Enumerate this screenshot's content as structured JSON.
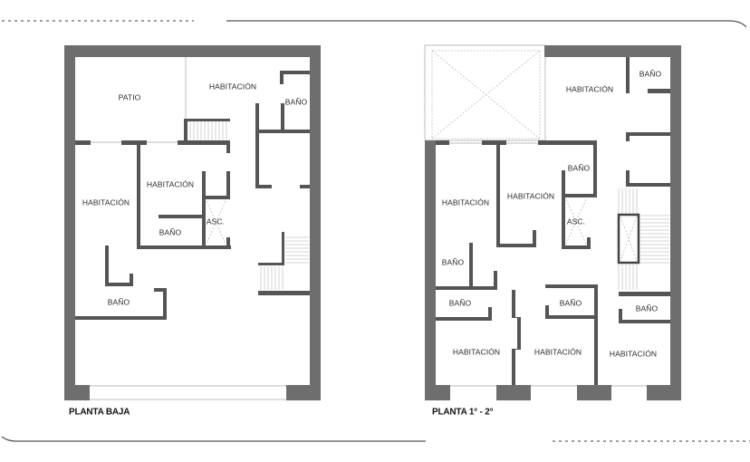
{
  "plans": {
    "ground_floor": {
      "title": "PLANTA BAJA",
      "rooms": {
        "patio": "PATIO",
        "habitacion_top": "HABITACIÓN",
        "bano_top_right": "BAÑO",
        "habitacion_center": "HABITACIÓN",
        "habitacion_left": "HABITACIÓN",
        "bano_center": "BAÑO",
        "asc": "ASC.",
        "bano_left": "BAÑO"
      }
    },
    "upper_floors": {
      "title": "PLANTA 1° - 2°",
      "rooms": {
        "habitacion_top_right": "HABITACIÓN",
        "bano_top_right": "BAÑO",
        "habitacion_left": "HABITACIÓN",
        "habitacion_center": "HABITACIÓN",
        "bano_center": "BAÑO",
        "asc": "ASC.",
        "bano_left_upper": "BAÑO",
        "bano_left_lower": "BAÑO",
        "bano_middle_lower": "BAÑO",
        "bano_right_lower": "BAÑO",
        "habitacion_bottom_left": "HABITACIÓN",
        "habitacion_bottom_center": "HABITACIÓN",
        "habitacion_bottom_right": "HABITACIÓN"
      }
    }
  },
  "colors": {
    "wall": "#6e6e6e",
    "inner_wall": "#555555",
    "background": "#ffffff"
  }
}
